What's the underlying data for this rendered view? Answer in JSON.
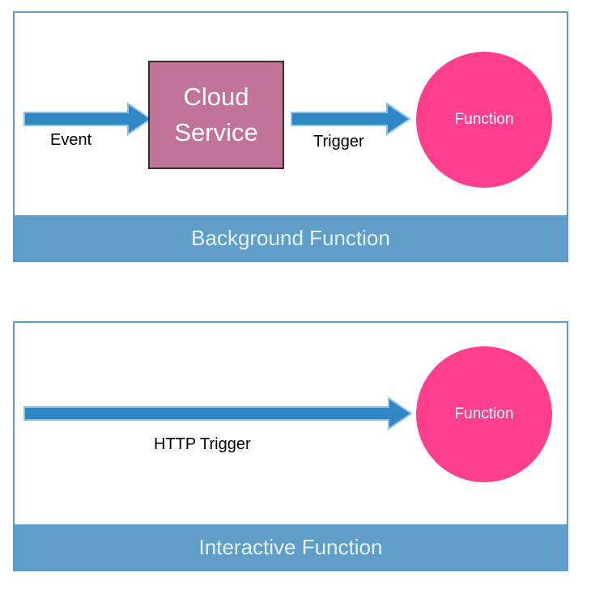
{
  "background_panel": {
    "event_label": "Event",
    "cloud_service_line1": "Cloud",
    "cloud_service_line2": "Service",
    "trigger_label": "Trigger",
    "function_label": "Function",
    "footer": "Background Function"
  },
  "interactive_panel": {
    "http_trigger_label": "HTTP Trigger",
    "function_label": "Function",
    "footer": "Interactive Function"
  },
  "colors": {
    "panel_border": "#5b9dc9",
    "footer_bar": "#5f9ec6",
    "arrow": "#2e86c4",
    "cloud_service_box": "#c17498",
    "function_circle": "#fe3f8e"
  }
}
